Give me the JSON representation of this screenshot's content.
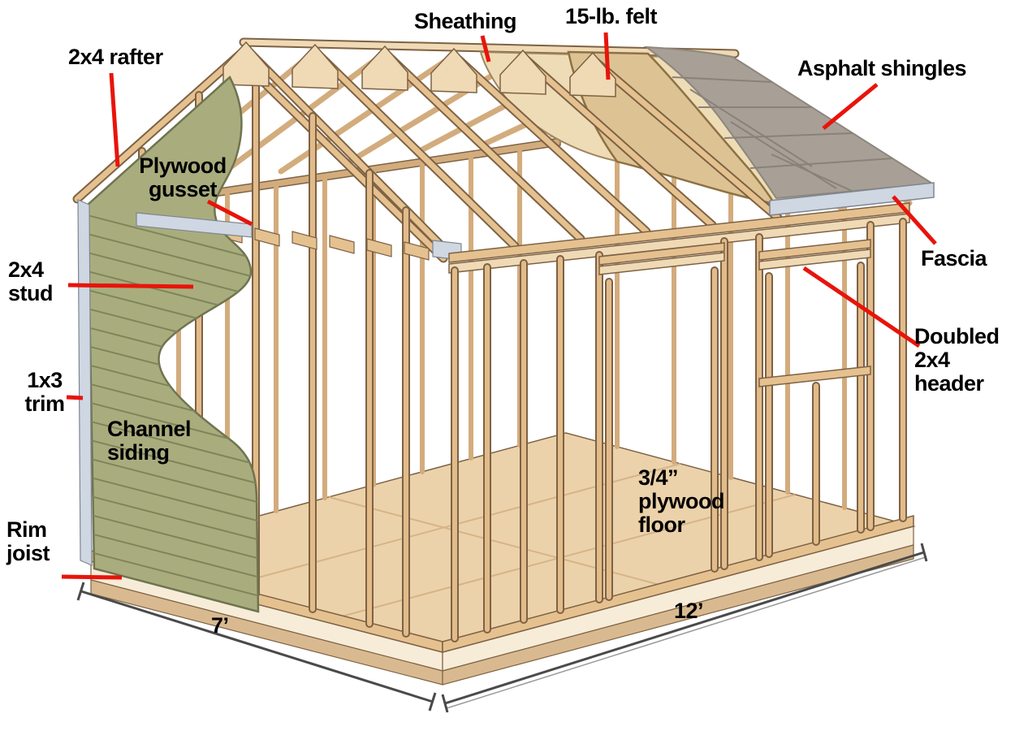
{
  "figure": {
    "type": "diagram",
    "subject": "shed-framing-cutaway",
    "labels": {
      "rafter": "2x4 rafter",
      "plywood_gusset": "Plywood\ngusset",
      "stud": "2x4\nstud",
      "trim": "1x3\ntrim",
      "channel_siding": "Channel\nsiding",
      "rim_joist": "Rim\njoist",
      "sheathing": "Sheathing",
      "felt": "15-lb. felt",
      "asphalt_shingles": "Asphalt shingles",
      "fascia": "Fascia",
      "doubled_header": "Doubled\n2x4\nheader",
      "plywood_floor": "3/4”\nplywood\nfloor",
      "dim_width": "7’",
      "dim_length": "12’"
    },
    "colors": {
      "background": "#ffffff",
      "label_text": "#000000",
      "leader_red": "#e8140b",
      "outline": "#7d6244",
      "wood_mid": "#e6c190",
      "wood_light": "#f0d9b5",
      "wood_light2": "#e2bb8a",
      "wood_far": "#d3ac7d",
      "floor_tan": "#ecd2aa",
      "floor_seam": "#d6b488",
      "rim_white": "#f7ecd8",
      "skid_tan": "#d9ba90",
      "siding_green": "#a9ad7d",
      "siding_line": "#7f855a",
      "siding_edge": "#6f7450",
      "sheathing_tan": "#eedcb6",
      "sheath_edge": "#a08660",
      "felt_tan": "#ddc394",
      "felt_edge": "#8d7243",
      "shingle_gray": "#a8a096",
      "shingle_line": "#8a8278",
      "shingle_edge": "#8d877d",
      "fascia_gray": "#cfd7e2",
      "trim_edge": "#7e8591",
      "dim_line": "#4a4a4a",
      "dim_thin": "#9a9a9a"
    }
  }
}
